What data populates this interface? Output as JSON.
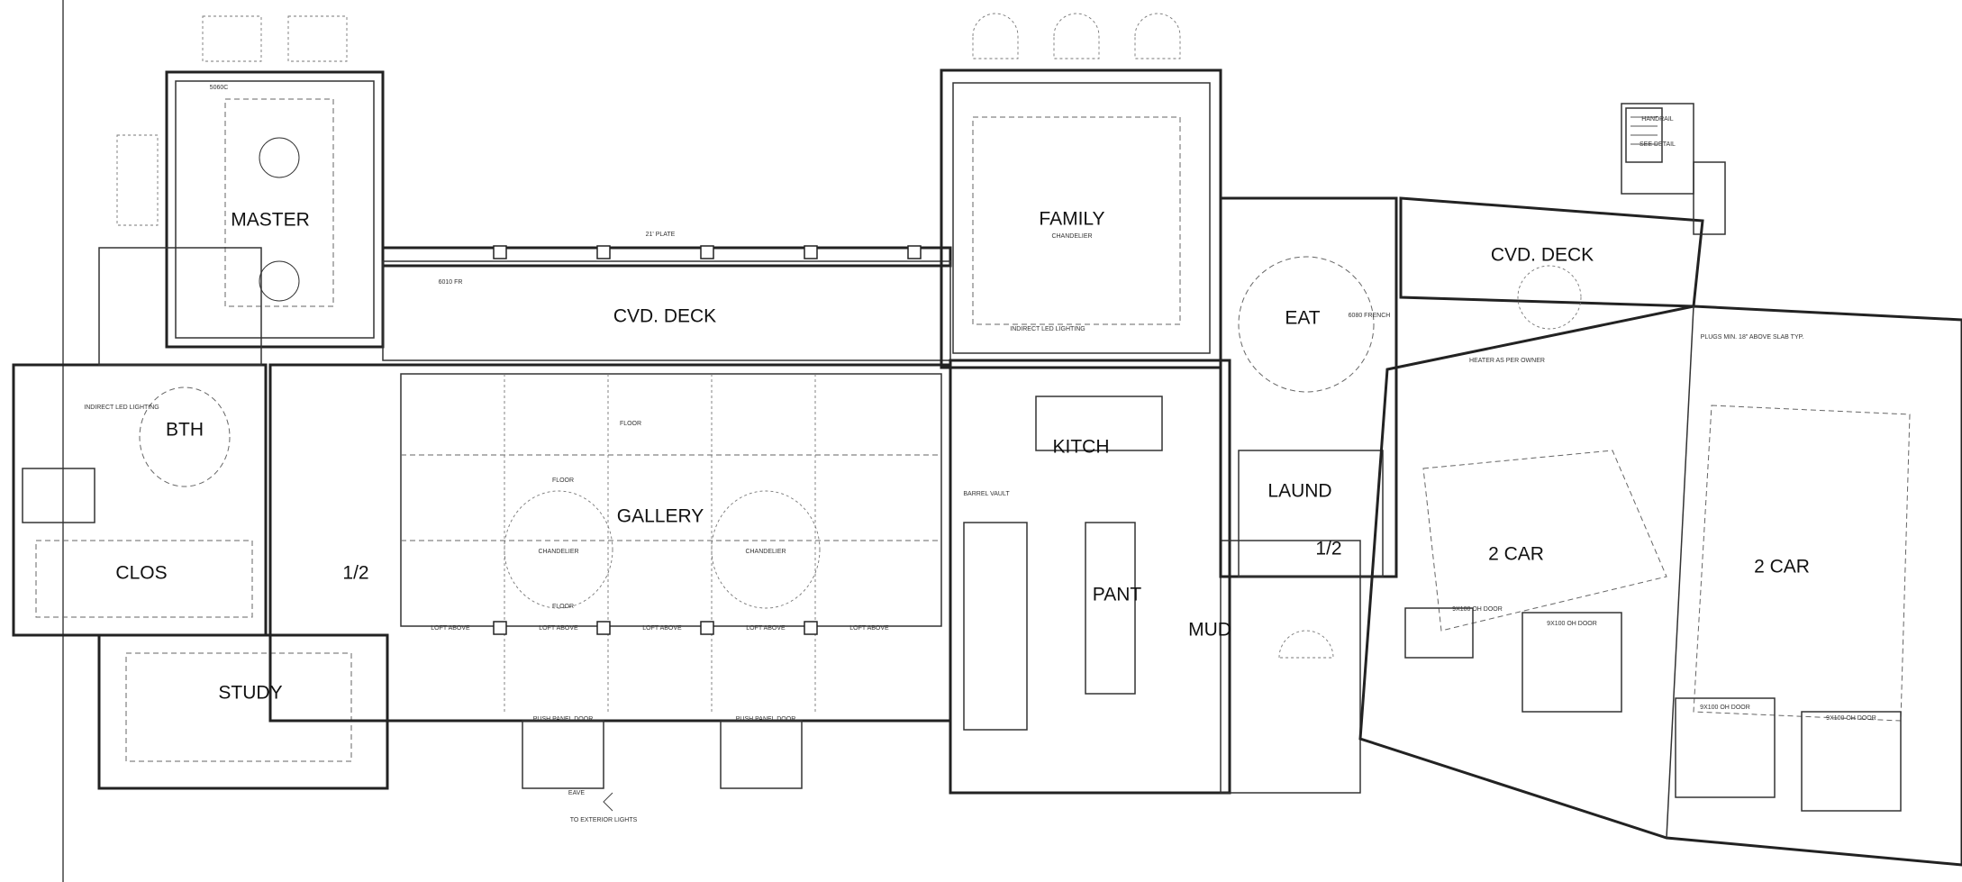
{
  "rooms": {
    "master": "MASTER",
    "cvd_deck_main": "CVD. DECK",
    "family": "FAMILY",
    "eat": "EAT",
    "cvd_deck_garage": "CVD. DECK",
    "bth": "BTH",
    "gallery": "GALLERY",
    "kitch": "KITCH",
    "laund": "LAUND",
    "half_bath_left": "1/2",
    "half_bath_right": "1/2",
    "clos": "CLOS",
    "pant": "PANT",
    "mud": "MUD",
    "garage_left": "2 CAR",
    "garage_right": "2 CAR",
    "study": "STUDY"
  },
  "notes": {
    "plate": "21' PLATE",
    "chandelier": "CHANDELIER",
    "floor": "FLOOR",
    "loft_above": "LOFT ABOVE",
    "indirect_led": "INDIRECT LED LIGHTING",
    "plugs_note": "PLUGS MIN. 18\" ABOVE SLAB TYP.",
    "garage_door": "9X100 OH DOOR",
    "exterior": "TO EXTERIOR LIGHTS",
    "eave": "EAVE",
    "heater": "HEATER AS PER OWNER",
    "barrel_vault": "BARREL VAULT",
    "see_detail": "SEE DETAIL",
    "handrail": "HANDRAIL",
    "french": "6080 FRENCH",
    "push_panel": "PUSH PANEL DOOR",
    "window_a": "6010 FR",
    "window_b": "5060C"
  }
}
